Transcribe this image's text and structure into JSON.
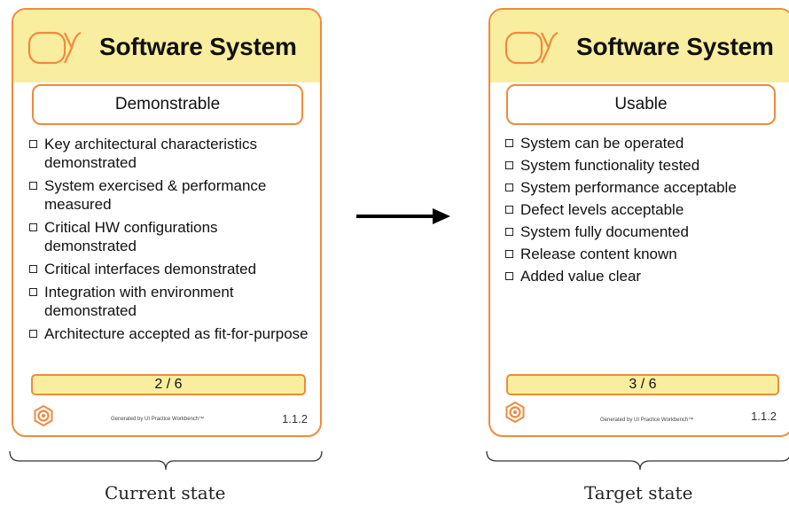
{
  "cards": [
    {
      "title": "Software System",
      "state": "Demonstrable",
      "items": [
        "Key architectural characteristics demonstrated",
        "System exercised & performance measured",
        "Critical HW configurations demonstrated",
        "Critical interfaces demonstrated",
        "Integration with environment demonstrated",
        "Architecture accepted as fit-for-purpose"
      ],
      "progress": "2 / 6",
      "footer": "Generated by UI Practice Workbench™",
      "version": "1.1.2"
    },
    {
      "title": "Software System",
      "state": "Usable",
      "items": [
        "System can be operated",
        "System functionality tested",
        "System performance acceptable",
        "Defect levels acceptable",
        "System fully documented",
        "Release content known",
        "Added value clear"
      ],
      "progress": "3 / 6",
      "footer": "Generated by UI Practice Workbench™",
      "version": "1.1.2"
    }
  ],
  "captions": {
    "current": "Current state",
    "target": "Target state"
  },
  "colors": {
    "accent": "#f08a3c",
    "header_fill": "#f9ee9f"
  },
  "icons": {
    "header": "alpha-icon",
    "footer": "gear-icon",
    "connector": "arrow-right-icon",
    "checkbox": "checkbox-icon"
  }
}
